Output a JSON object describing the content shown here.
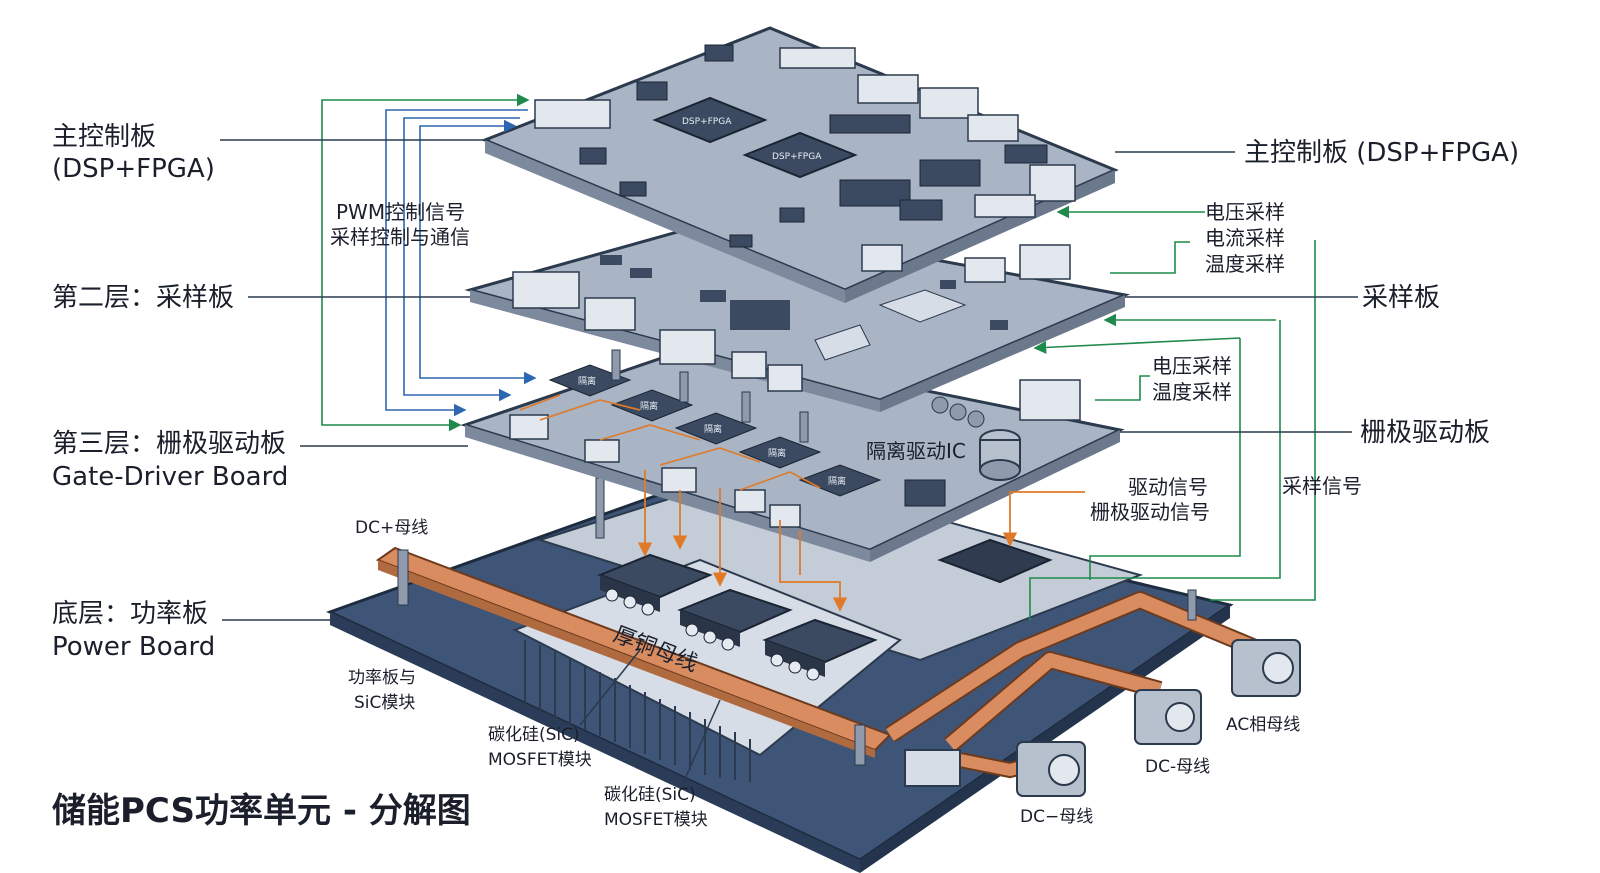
{
  "title": "储能PCS功率单元 - 分解图",
  "left_labels": {
    "main_board_line1": "主控制板",
    "main_board_line2": "(DSP+FPGA)",
    "layer2": "第二层：采样板",
    "layer3_line1": "第三层：栅极驱动板",
    "layer3_line2": "Gate-Driver Board",
    "bottom_line1": "底层：功率板",
    "bottom_line2": "Power Board"
  },
  "right_labels": {
    "main_board": "主控制板 (DSP+FPGA)",
    "sampling_board": "采样板",
    "gate_board": "栅极驱动板",
    "sampling_signal": "采样信号"
  },
  "signals": {
    "pwm_line1": "PWM控制信号",
    "pwm_line2": "采样控制与通信",
    "sample_group1": [
      "电压采样",
      "电流采样",
      "温度采样"
    ],
    "sample_group2": [
      "电压采样",
      "温度采样"
    ],
    "drive_line1": "驱动信号",
    "drive_line2": "栅极驱动信号",
    "isolation_ic": "隔离驱动IC"
  },
  "bottom_labels": {
    "dc_plus": "DC+母线",
    "power_sic_line1": "功率板与",
    "power_sic_line2": "SiC模块",
    "sic_mosfet_a_line1": "碳化硅(SiC)",
    "sic_mosfet_a_line2": "MOSFET模块",
    "sic_mosfet_b_line1": "碳化硅(SiC)",
    "sic_mosfet_b_line2": "MOSFET模块",
    "thick_bus": "厚铜母线",
    "ac_bus": "AC相母线",
    "dc_minus_a": "DC-母线",
    "dc_minus_b": "DC−母线"
  },
  "chip_labels": {
    "fpga": "DSP+FPGA",
    "driver": "隔离"
  },
  "colors": {
    "board": "#a9b4c4",
    "board_edge": "#2c3a4e",
    "chip": "#3b4a60",
    "power_base": "#3e5577",
    "copper": "#d98c5f",
    "green_signal": "#1f8a4c",
    "blue_signal": "#2e67b1",
    "orange_signal": "#e07a28",
    "label_line": "#2c3a4e"
  }
}
